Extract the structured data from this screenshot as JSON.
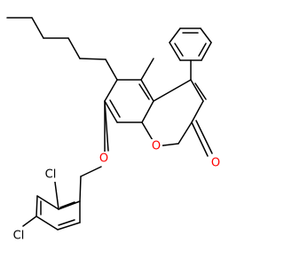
{
  "molecule": {
    "atoms": {
      "cl_top": {
        "symbol": "Cl",
        "color": "#000000"
      },
      "cl_bottom": {
        "symbol": "Cl",
        "color": "#000000"
      },
      "ether_o": {
        "symbol": "O",
        "color": "#ff0000"
      },
      "ring_o": {
        "symbol": "O",
        "color": "#ff0000"
      },
      "carbonyl_o": {
        "symbol": "O",
        "color": "#ff0000"
      }
    }
  }
}
